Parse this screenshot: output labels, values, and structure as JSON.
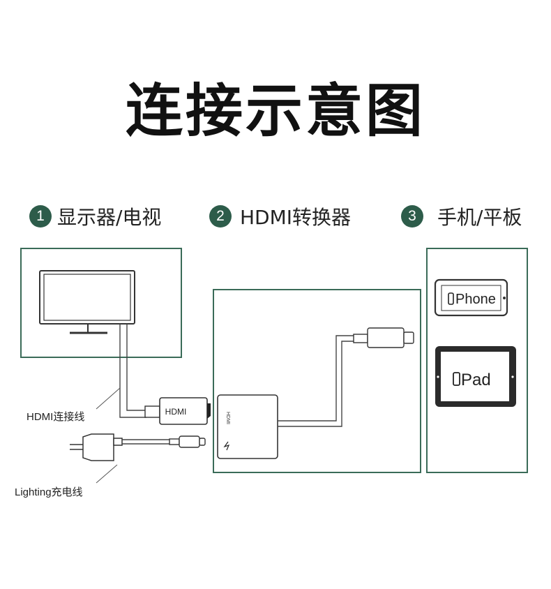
{
  "title": "连接示意图",
  "steps": [
    {
      "num": "1",
      "label": "显示器/电视"
    },
    {
      "num": "2",
      "label": "HDMI转换器"
    },
    {
      "num": "3",
      "label": "手机/平板"
    }
  ],
  "cables": {
    "hdmi_cable": "HDMI连接线",
    "charge_cable": "Lighting充电线"
  },
  "connector_label": "HDMI",
  "adapter_port_label": "HDMI",
  "devices": {
    "iphone": "Phone",
    "ipad": "Pad"
  },
  "colors": {
    "accent": "#2d5c4a",
    "frame": "#3a6b58",
    "line": "#444444"
  }
}
